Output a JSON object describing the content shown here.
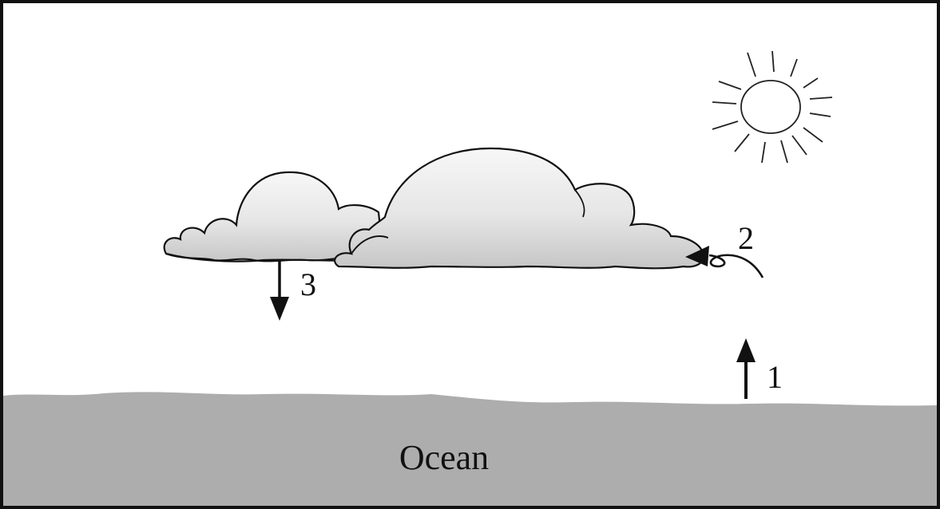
{
  "labels": {
    "arrow_1": "1",
    "arrow_2": "2",
    "arrow_3": "3",
    "ocean": "Ocean"
  },
  "icons": [
    "sun-icon",
    "cloud-icon",
    "upward-arrow-icon",
    "curved-arrow-icon",
    "downward-arrow-icon"
  ],
  "colors": {
    "ocean": "#adadad",
    "cloud_light": "#f6f6f6",
    "cloud_shadow": "#c8c8c8",
    "outline": "#111111",
    "background": "#ffffff"
  }
}
